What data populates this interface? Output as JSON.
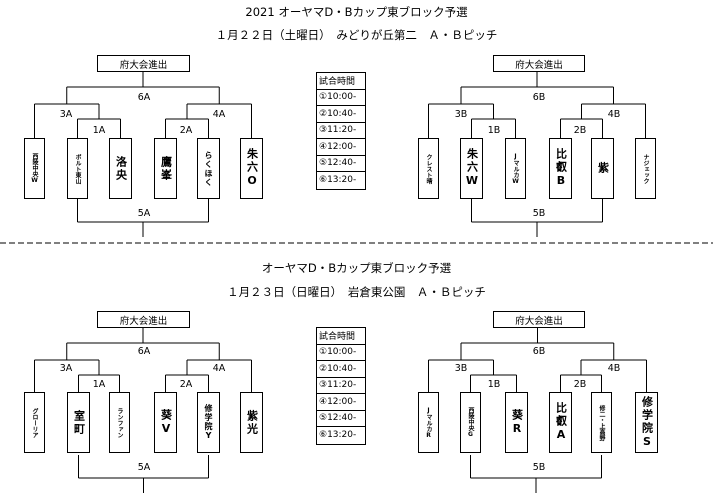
{
  "day1": {
    "title": "2021 オーヤマD・Bカップ東ブロック予選",
    "subtitle": "１月２２日（土曜日）　みどりが丘第二　Ａ・Ｂピッチ",
    "left": {
      "header": "府大会進出",
      "labels": {
        "top": "6A",
        "l": "3A",
        "r": "4A",
        "m1": "1A",
        "m2": "2A",
        "bottom": "5A"
      },
      "teams": [
        "西陵中央W",
        "ボルト東山",
        "洛央",
        "鷹峯",
        "らくほく",
        "朱六O"
      ]
    },
    "right": {
      "header": "府大会進出",
      "labels": {
        "top": "6B",
        "l": "3B",
        "r": "4B",
        "m1": "1B",
        "m2": "2B",
        "bottom": "5B"
      },
      "teams": [
        "クレスト晴",
        "朱六W",
        "JマルカW",
        "比叡B",
        "紫",
        "ナジェック"
      ]
    },
    "schedule": {
      "title": "試合時間",
      "times": [
        "①10:00-",
        "②10:40-",
        "③11:20-",
        "④12:00-",
        "⑤12:40-",
        "⑥13:20-"
      ]
    }
  },
  "day2": {
    "title": "オーヤマD・Bカップ東ブロック予選",
    "subtitle": "１月２３日（日曜日）　岩倉東公園　Ａ・Ｂピッチ",
    "left": {
      "header": "府大会進出",
      "labels": {
        "top": "6A",
        "l": "3A",
        "r": "4A",
        "m1": "1A",
        "m2": "2A",
        "bottom": "5A"
      },
      "teams": [
        "グローリア",
        "室町",
        "ランファン",
        "葵V",
        "修学院Y",
        "紫光"
      ]
    },
    "right": {
      "header": "府大会進出",
      "labels": {
        "top": "6B",
        "l": "3B",
        "r": "4B",
        "m1": "1B",
        "m2": "2B",
        "bottom": "5B"
      },
      "teams": [
        "JマルカR",
        "西陵中央G",
        "葵R",
        "比叡A",
        "修二・上高野",
        "修学院S"
      ]
    },
    "schedule": {
      "title": "試合時間",
      "times": [
        "①10:00-",
        "②10:40-",
        "③11:20-",
        "④12:00-",
        "⑤12:40-",
        "⑥13:20-"
      ]
    }
  }
}
